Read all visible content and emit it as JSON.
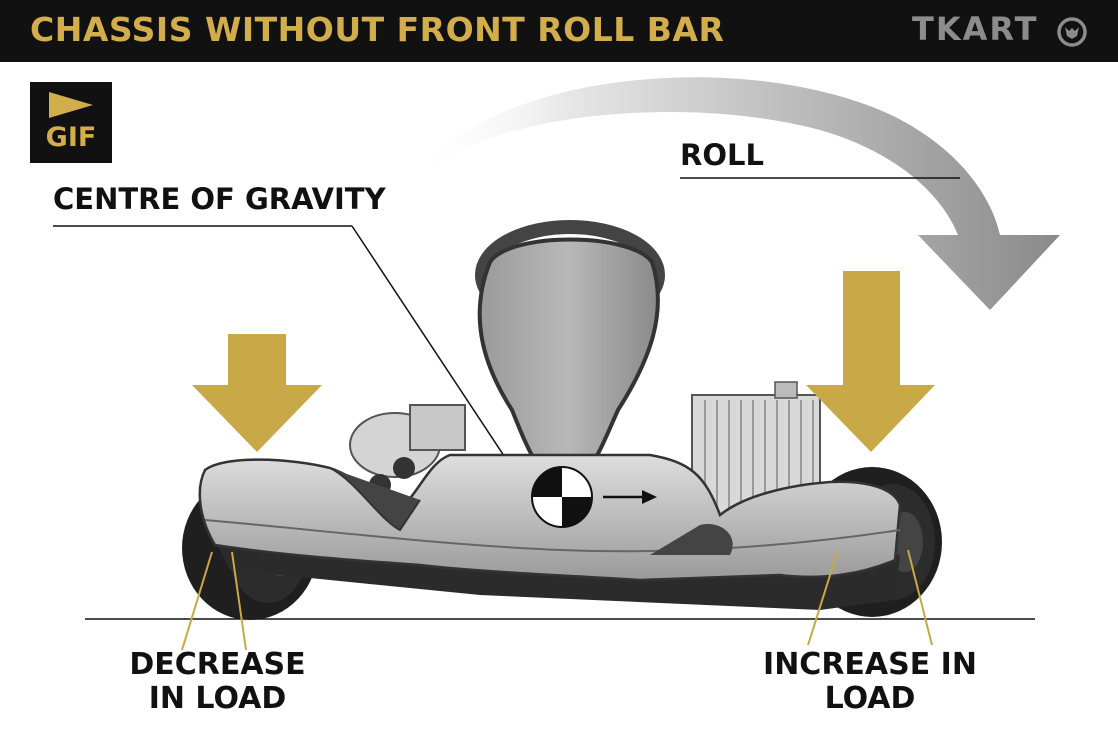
{
  "header": {
    "title": "CHASSIS WITHOUT FRONT ROLL BAR",
    "brand": "TKART"
  },
  "badge": {
    "label": "GIF"
  },
  "labels": {
    "roll": "ROLL",
    "centre_of_gravity": "CENTRE OF GRAVITY",
    "decrease_in_load": "DECREASE IN LOAD",
    "increase_in_load": "INCREASE IN LOAD"
  },
  "colors": {
    "header_bg": "#111111",
    "accent_gold": "#d2ad4b",
    "brand_grey": "#8c8c8c"
  },
  "icons": {
    "play": "play-icon",
    "logo": "tkart-logo-icon",
    "down_arrow": "down-arrow-icon",
    "roll_arrow": "curved-arrow-icon",
    "cog_marker": "centre-of-gravity-icon"
  }
}
